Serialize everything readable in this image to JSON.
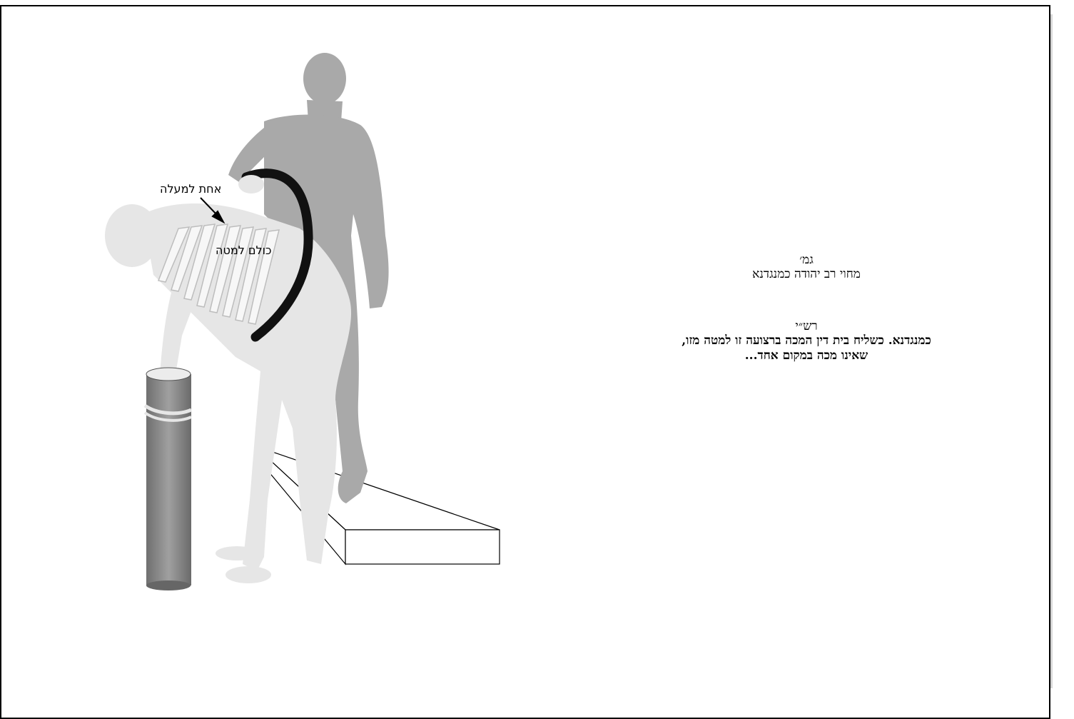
{
  "labels": {
    "top_label": "אחת למעלה",
    "back_label": "כולם למטה"
  },
  "text": {
    "gemara_heading": "גמ׳",
    "gemara_line": "מחוי רב יהודה כמנגדנא",
    "rashi_heading": "רש״י",
    "rashi_line1": "כמנגדנא. כשליח בית דין המכה ברצועה זו למטה מזו,",
    "rashi_line2": "שאינו מכה במקום אחד..."
  },
  "colors": {
    "standing_figure": "#a9a9a9",
    "bent_figure": "#e6e6e6",
    "strap": "#111111",
    "pillar": "#8c8c8c"
  }
}
